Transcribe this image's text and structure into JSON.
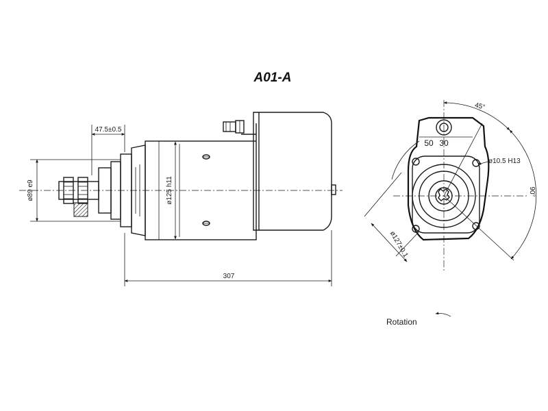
{
  "title": "A01-A",
  "side_view": {
    "dim_terminal_offset": "47.5±0.5",
    "dim_flange_diameter": "ø89 e9",
    "dim_body_diameter": "ø125 h11",
    "dim_overall_length": "307"
  },
  "end_view": {
    "terminal_labels": [
      "50",
      "30"
    ],
    "dim_angle_top": "45°",
    "dim_hole": "ø10.5 H13",
    "dim_angle_right": "90°",
    "dim_bolt_circle": "ø127±0.1"
  },
  "rotation": {
    "label": "Rotation",
    "direction": "counterclockwise"
  }
}
